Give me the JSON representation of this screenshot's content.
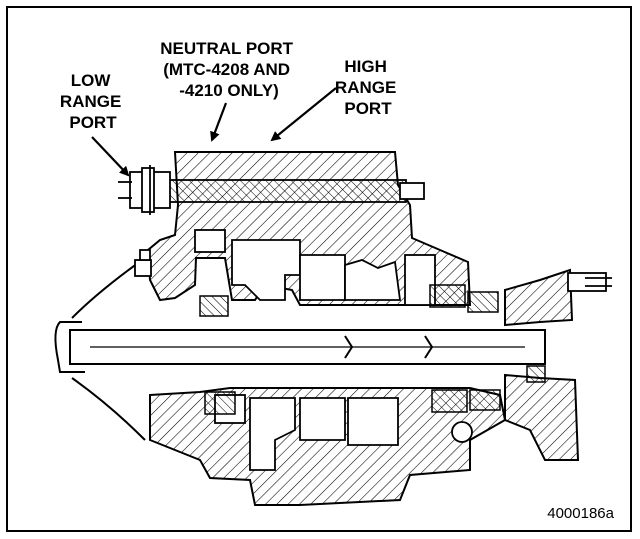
{
  "diagram": {
    "callouts": {
      "low_range": [
        "LOW",
        "RANGE",
        "PORT"
      ],
      "neutral": [
        "NEUTRAL PORT",
        "(MTC-4208 AND",
        "-4210 ONLY)"
      ],
      "high_range": [
        "HIGH",
        "RANGE",
        "PORT"
      ]
    },
    "figure_number": "4000186a"
  }
}
